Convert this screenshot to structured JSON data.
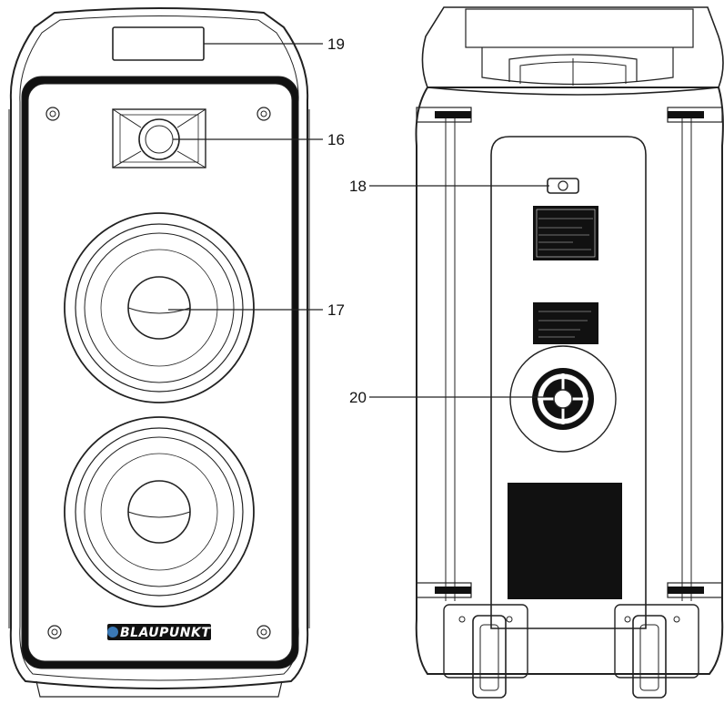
{
  "brand": {
    "logo_text": "BLAUPUNKT"
  },
  "callouts": {
    "c16": "16",
    "c17": "17",
    "c18": "18",
    "c19": "19",
    "c20": "20"
  },
  "colors": {
    "line": "#222222",
    "panel": "#111111",
    "background": "#ffffff",
    "logo_pill": "#3a78b5"
  }
}
